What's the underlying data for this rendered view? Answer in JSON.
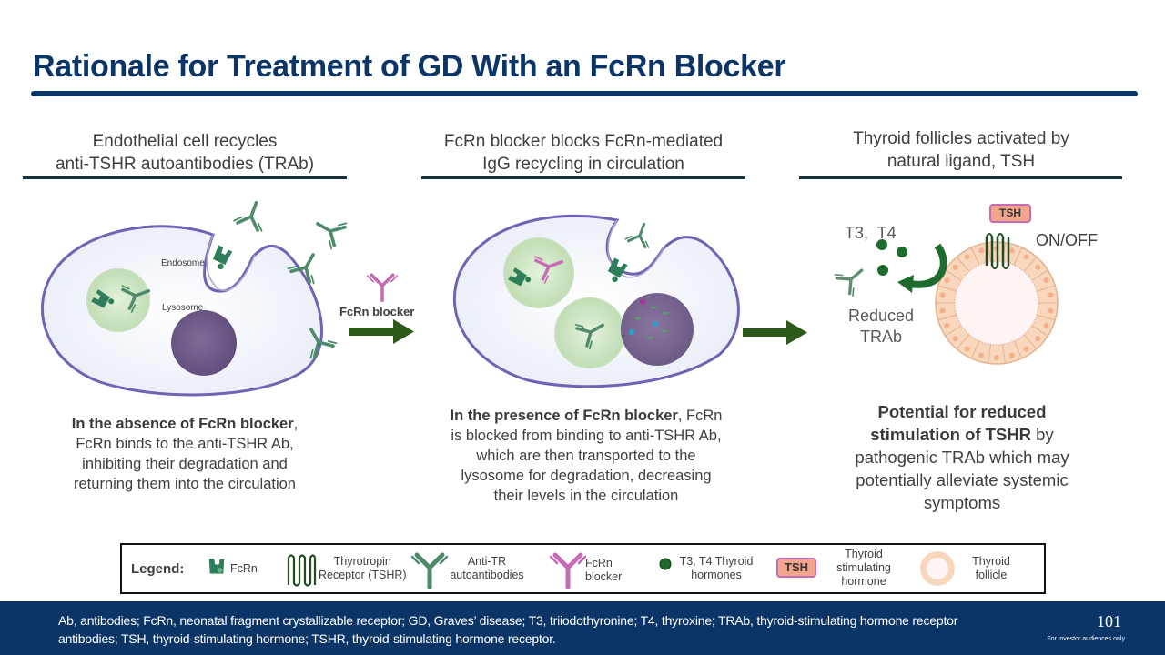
{
  "slide": {
    "title": "Rationale for Treatment of GD With an FcRn Blocker",
    "colors": {
      "navy": "#0b3566",
      "rule_dark": "#13313f",
      "fcrn_green": "#2e7d5b",
      "antibody_green": "#4f8a6a",
      "blocker_pink": "#c76bb5",
      "hormone_green": "#1f6b2e",
      "arrow_green": "#2d5a1b",
      "lysosome_purple": "#6e5a8a",
      "follicle_peach": "#f6cba8",
      "tsh_fill": "#f2a58a",
      "tsh_border": "#c76bb5"
    }
  },
  "columns": [
    {
      "heading_line1": "Endothelial cell recycles",
      "heading_line2": "anti-TSHR autoantibodies (TRAb)",
      "labels": {
        "endosome": "Endosome",
        "lysosome": "Lysosome"
      },
      "text_bold": "In the absence of FcRn blocker",
      "text_rest": ", FcRn binds to the anti-TSHR Ab, inhibiting their degradation and returning them into the circulation"
    },
    {
      "heading_line1": "FcRn blocker blocks FcRn-mediated",
      "heading_line2": "IgG recycling in circulation",
      "text_bold": "In the presence of FcRn blocker",
      "text_rest": ", FcRn is blocked from binding to anti-TSHR Ab, which are then transported to the lysosome for degradation, decreasing their levels in the circulation"
    },
    {
      "heading_line1": "Thyroid follicles activated by",
      "heading_line2": "natural ligand, TSH",
      "labels": {
        "hormones": "T3,  T4",
        "on_off": "ON/OFF",
        "reduced_line1": "Reduced",
        "reduced_line2": "TRAb",
        "tsh": "TSH"
      },
      "text_bold": "Potential for reduced stimulation of TSHR",
      "text_rest": " by pathogenic TRAb which may potentially alleviate systemic symptoms"
    }
  ],
  "arrow_label": "FcRn blocker",
  "legend": {
    "heading": "Legend:",
    "items": [
      {
        "icon": "fcrn-icon",
        "label_line1": "FcRn",
        "label_line2": ""
      },
      {
        "icon": "tshr-receptor-icon",
        "label_line1": "Thyrotropin",
        "label_line2": "Receptor (TSHR)"
      },
      {
        "icon": "antibody-icon",
        "label_line1": "Anti-TR",
        "label_line2": "autoantibodies"
      },
      {
        "icon": "fcrn-blocker-icon",
        "label_line1": "FcRn",
        "label_line2": "blocker"
      },
      {
        "icon": "hormone-dot-icon",
        "label_line1": "T3, T4 Thyroid",
        "label_line2": "hormones"
      },
      {
        "icon": "tsh-badge-icon",
        "badge": "TSH",
        "label_line1": "Thyroid",
        "label_line2": "stimulating",
        "label_line3": "hormone"
      },
      {
        "icon": "thyroid-follicle-icon",
        "label_line1": "Thyroid",
        "label_line2": "follicle"
      }
    ]
  },
  "footer": {
    "abbreviations": "Ab, antibodies; FcRn, neonatal fragment crystallizable receptor; GD, Graves’ disease; T3, triiodothyronine; T4, thyroxine; TRAb, thyroid-stimulating hormone receptor antibodies; TSH, thyroid-stimulating hormone; TSHR, thyroid-stimulating hormone receptor.",
    "page_number": "101",
    "note": "For investor audiences only"
  }
}
